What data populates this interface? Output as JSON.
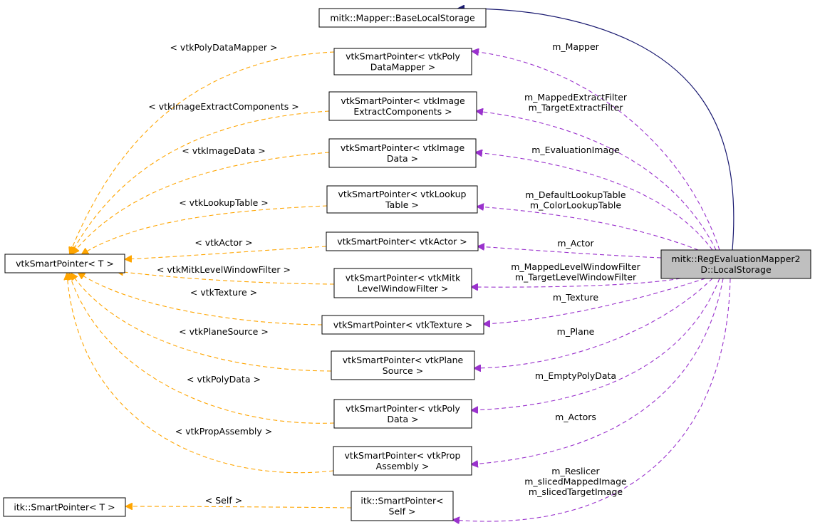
{
  "colors": {
    "template_edge": "#ffa500",
    "member_edge": "#9a32cd",
    "inherit_edge": "#191970",
    "highlight_fill": "#bfbfbf"
  },
  "nodes": {
    "base_local_storage": [
      "mitk::Mapper::BaseLocalStorage"
    ],
    "main": [
      "mitk::RegEvaluationMapper2",
      "D::LocalStorage"
    ],
    "vtk_smart_pointer_t": [
      "vtkSmartPointer< T >"
    ],
    "itk_smart_pointer_t": [
      "itk::SmartPointer< T >"
    ],
    "poly_data_mapper": [
      "vtkSmartPointer< vtkPoly",
      "DataMapper >"
    ],
    "image_extract": [
      "vtkSmartPointer< vtkImage",
      "ExtractComponents >"
    ],
    "image_data": [
      "vtkSmartPointer< vtkImage",
      "Data >"
    ],
    "lookup_table": [
      "vtkSmartPointer< vtkLookup",
      "Table >"
    ],
    "actor": [
      "vtkSmartPointer< vtkActor >"
    ],
    "level_window": [
      "vtkSmartPointer< vtkMitk",
      "LevelWindowFilter >"
    ],
    "texture": [
      "vtkSmartPointer< vtkTexture >"
    ],
    "plane_source": [
      "vtkSmartPointer< vtkPlane",
      "Source >"
    ],
    "poly_data": [
      "vtkSmartPointer< vtkPoly",
      "Data >"
    ],
    "prop_assembly": [
      "vtkSmartPointer< vtkProp",
      "Assembly >"
    ],
    "itk_self": [
      "itk::SmartPointer<",
      "Self >"
    ]
  },
  "template_labels": {
    "poly_data_mapper": [
      "< vtkPolyDataMapper >"
    ],
    "image_extract": [
      "< vtkImageExtractComponents >"
    ],
    "image_data": [
      "< vtkImageData >"
    ],
    "lookup_table": [
      "< vtkLookupTable >"
    ],
    "actor": [
      "< vtkActor >"
    ],
    "level_window": [
      "< vtkMitkLevelWindowFilter >"
    ],
    "texture": [
      "< vtkTexture >"
    ],
    "plane_source": [
      "< vtkPlaneSource >"
    ],
    "poly_data": [
      "< vtkPolyData >"
    ],
    "prop_assembly": [
      "< vtkPropAssembly >"
    ],
    "itk_self": [
      "< Self >"
    ]
  },
  "member_labels": {
    "poly_data_mapper": [
      "m_Mapper"
    ],
    "image_extract": [
      "m_MappedExtractFilter",
      "m_TargetExtractFilter"
    ],
    "image_data": [
      "m_EvaluationImage"
    ],
    "lookup_table": [
      "m_DefaultLookupTable",
      "m_ColorLookupTable"
    ],
    "actor": [
      "m_Actor"
    ],
    "level_window": [
      "m_MappedLevelWindowFilter",
      "m_TargetLevelWindowFilter"
    ],
    "texture": [
      "m_Texture"
    ],
    "plane_source": [
      "m_Plane"
    ],
    "poly_data": [
      "m_EmptyPolyData"
    ],
    "prop_assembly": [
      "m_Actors"
    ],
    "itk_self": [
      "m_Reslicer",
      "m_slicedMappedImage",
      "m_slicedTargetImage"
    ]
  }
}
